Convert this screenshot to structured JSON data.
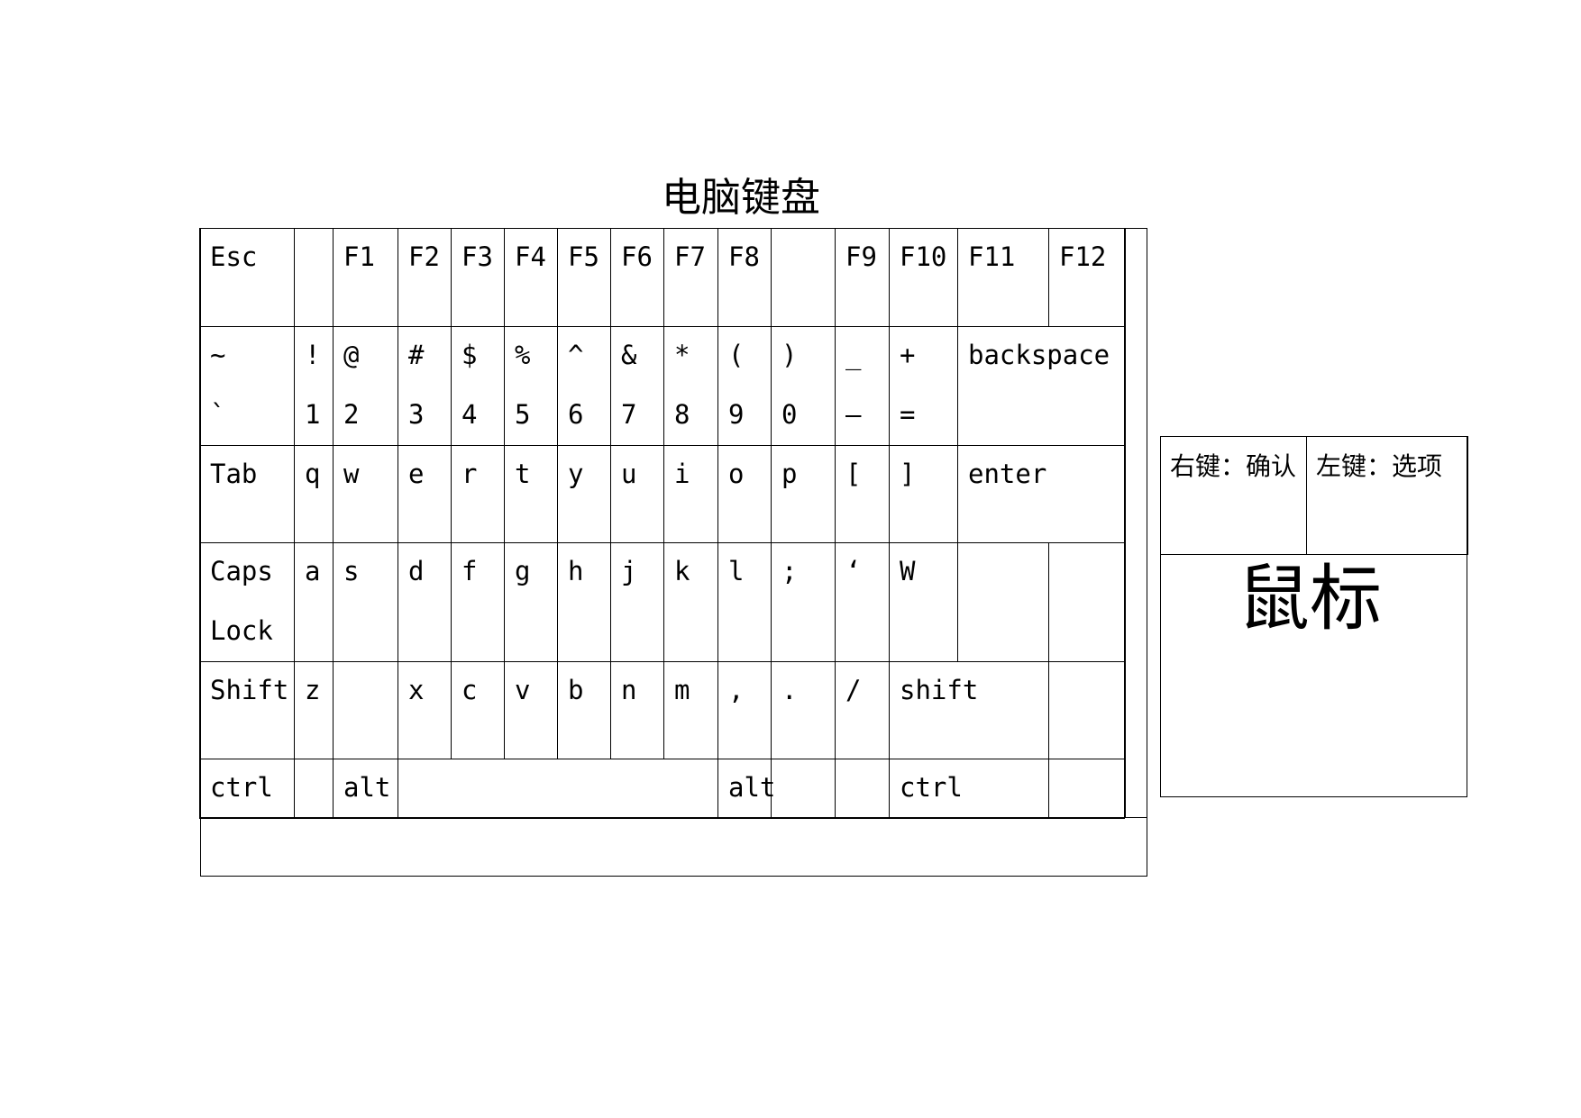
{
  "title": "电脑键盘",
  "keyboard": {
    "rows": [
      [
        {
          "id": "esc",
          "lines": [
            "Esc"
          ]
        },
        {
          "id": "blank-r1a",
          "lines": []
        },
        {
          "id": "f1",
          "lines": [
            "F1"
          ]
        },
        {
          "id": "f2",
          "lines": [
            "F2"
          ]
        },
        {
          "id": "f3",
          "lines": [
            "F3"
          ]
        },
        {
          "id": "f4",
          "lines": [
            "F4"
          ]
        },
        {
          "id": "f5",
          "lines": [
            "F5"
          ]
        },
        {
          "id": "f6",
          "lines": [
            "F6"
          ]
        },
        {
          "id": "f7",
          "lines": [
            "F7"
          ]
        },
        {
          "id": "f8",
          "lines": [
            "F8"
          ]
        },
        {
          "id": "blank-r1b",
          "lines": []
        },
        {
          "id": "f9",
          "lines": [
            "F9"
          ]
        },
        {
          "id": "f10",
          "lines": [
            "F10"
          ]
        },
        {
          "id": "f11",
          "lines": [
            "F11"
          ]
        },
        {
          "id": "f12",
          "lines": [
            "F12"
          ]
        }
      ],
      [
        {
          "id": "tilde",
          "lines": [
            "~",
            "`"
          ]
        },
        {
          "id": "1",
          "lines": [
            "!",
            "1"
          ]
        },
        {
          "id": "2",
          "lines": [
            "@",
            "2"
          ]
        },
        {
          "id": "3",
          "lines": [
            "#",
            "3"
          ]
        },
        {
          "id": "4",
          "lines": [
            "$",
            "4"
          ]
        },
        {
          "id": "5",
          "lines": [
            "%",
            "5"
          ]
        },
        {
          "id": "6",
          "lines": [
            "^",
            "6"
          ]
        },
        {
          "id": "7",
          "lines": [
            "&",
            "7"
          ]
        },
        {
          "id": "8",
          "lines": [
            "*",
            "8"
          ]
        },
        {
          "id": "9",
          "lines": [
            "(",
            "9"
          ]
        },
        {
          "id": "0",
          "lines": [
            ")",
            "0"
          ]
        },
        {
          "id": "minus",
          "lines": [
            "_",
            "–"
          ]
        },
        {
          "id": "equal",
          "lines": [
            "+",
            "="
          ]
        },
        {
          "id": "backspace",
          "lines": [
            "backspace"
          ]
        }
      ],
      [
        {
          "id": "tab",
          "lines": [
            "Tab"
          ]
        },
        {
          "id": "q",
          "lines": [
            "q"
          ]
        },
        {
          "id": "w",
          "lines": [
            "w"
          ]
        },
        {
          "id": "e",
          "lines": [
            "e"
          ]
        },
        {
          "id": "r",
          "lines": [
            "r"
          ]
        },
        {
          "id": "t",
          "lines": [
            "t"
          ]
        },
        {
          "id": "y",
          "lines": [
            "y"
          ]
        },
        {
          "id": "u",
          "lines": [
            "u"
          ]
        },
        {
          "id": "i",
          "lines": [
            "i"
          ]
        },
        {
          "id": "o",
          "lines": [
            "o"
          ]
        },
        {
          "id": "p",
          "lines": [
            "p"
          ]
        },
        {
          "id": "lbracket",
          "lines": [
            "["
          ]
        },
        {
          "id": "rbracket",
          "lines": [
            "]"
          ]
        },
        {
          "id": "enter",
          "lines": [
            "enter"
          ]
        }
      ],
      [
        {
          "id": "capslock",
          "lines": [
            "Caps",
            "Lock"
          ]
        },
        {
          "id": "a",
          "lines": [
            "a"
          ]
        },
        {
          "id": "s",
          "lines": [
            "s"
          ]
        },
        {
          "id": "d",
          "lines": [
            "d"
          ]
        },
        {
          "id": "f",
          "lines": [
            "f"
          ]
        },
        {
          "id": "g",
          "lines": [
            "g"
          ]
        },
        {
          "id": "h",
          "lines": [
            "h"
          ]
        },
        {
          "id": "j",
          "lines": [
            "j"
          ]
        },
        {
          "id": "k",
          "lines": [
            "k"
          ]
        },
        {
          "id": "l",
          "lines": [
            "l"
          ]
        },
        {
          "id": "semicolon",
          "lines": [
            ";"
          ]
        },
        {
          "id": "quote",
          "lines": [
            "‘"
          ]
        },
        {
          "id": "backslash",
          "lines": [
            "W"
          ]
        },
        {
          "id": "blank-r4a",
          "lines": []
        },
        {
          "id": "blank-r4b",
          "lines": []
        }
      ],
      [
        {
          "id": "shift-left",
          "lines": [
            "Shift"
          ]
        },
        {
          "id": "z",
          "lines": [
            "z"
          ]
        },
        {
          "id": "blank-r5a",
          "lines": []
        },
        {
          "id": "x",
          "lines": [
            "x"
          ]
        },
        {
          "id": "c",
          "lines": [
            "c"
          ]
        },
        {
          "id": "v",
          "lines": [
            "v"
          ]
        },
        {
          "id": "b",
          "lines": [
            "b"
          ]
        },
        {
          "id": "n",
          "lines": [
            "n"
          ]
        },
        {
          "id": "m",
          "lines": [
            "m"
          ]
        },
        {
          "id": "comma",
          "lines": [
            ","
          ]
        },
        {
          "id": "period",
          "lines": [
            "."
          ]
        },
        {
          "id": "slash",
          "lines": [
            "/"
          ]
        },
        {
          "id": "shift-right",
          "lines": [
            "shift"
          ]
        },
        {
          "id": "blank-r5b",
          "lines": []
        }
      ],
      [
        {
          "id": "ctrl-left",
          "lines": [
            "ctrl"
          ]
        },
        {
          "id": "blank-r6a",
          "lines": []
        },
        {
          "id": "alt-left",
          "lines": [
            "alt"
          ]
        },
        {
          "id": "space",
          "lines": []
        },
        {
          "id": "alt-right",
          "lines": [
            "alt"
          ]
        },
        {
          "id": "blank-r6b",
          "lines": []
        },
        {
          "id": "blank-r6c",
          "lines": []
        },
        {
          "id": "ctrl-right",
          "lines": [
            "ctrl"
          ]
        },
        {
          "id": "blank-r6d",
          "lines": []
        }
      ]
    ]
  },
  "mouse": {
    "right_button": "右键：确认",
    "left_button": "左键：选项",
    "title": "鼠标"
  }
}
